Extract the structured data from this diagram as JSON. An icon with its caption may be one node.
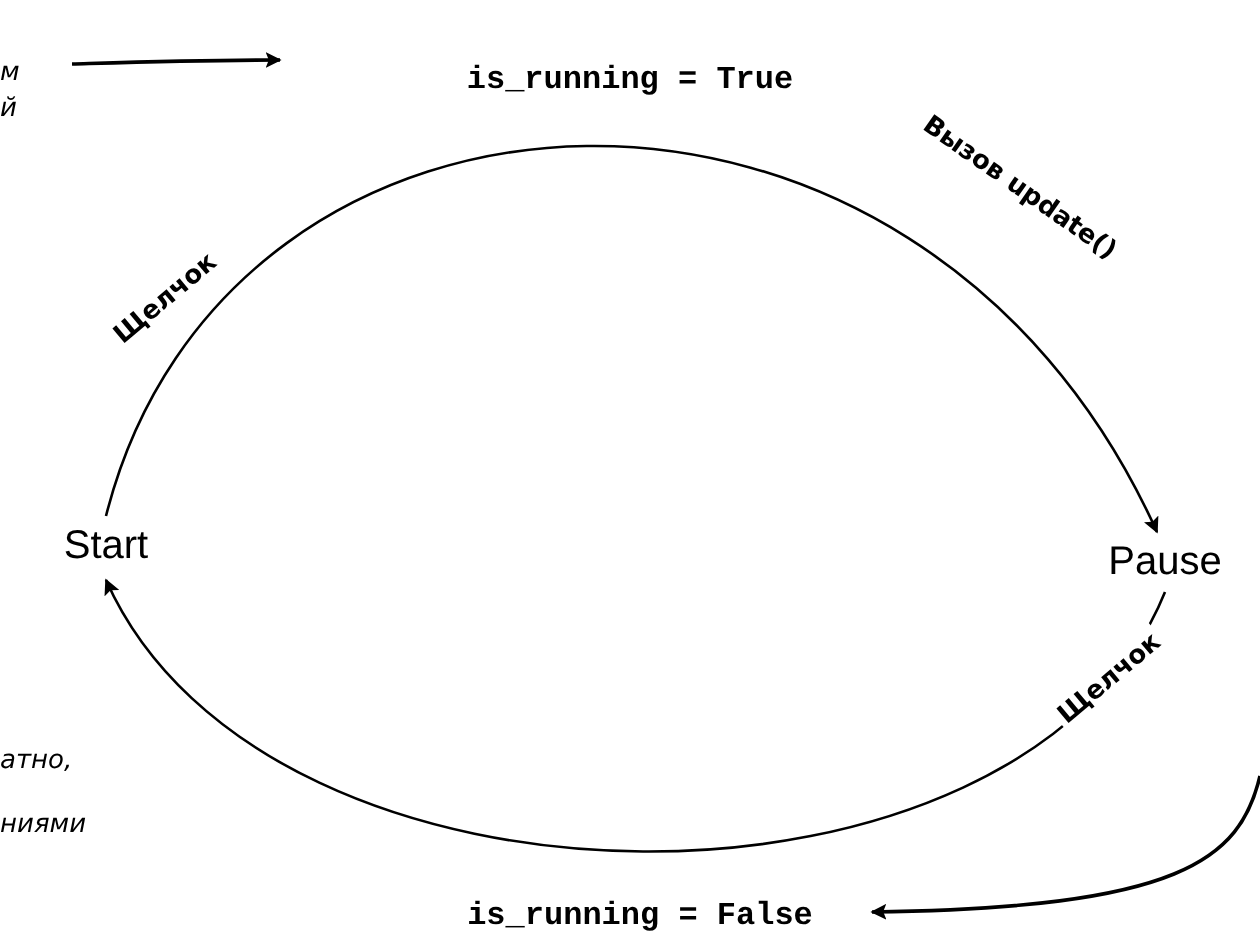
{
  "diagram": {
    "nodes": [
      {
        "text": [
          "Start"
        ]
      },
      {
        "text": [
          "Pause"
        ]
      },
      {
        "text": [
          "is_running = True"
        ]
      },
      {
        "text": [
          "is_running = False"
        ]
      },
      {
        "text": [
          "м й"
        ]
      }
    ],
    "edges": [
      {
        "from": 0,
        "to": 1,
        "arrow": "to",
        "label": "Щелчок"
      },
      {
        "from": 1,
        "to": 0,
        "arrow": "to",
        "label": "Щелчок"
      },
      {
        "from": 4,
        "to": null,
        "arrow": "to"
      },
      {
        "from": null,
        "to": 3,
        "arrow": "to"
      }
    ],
    "labels": [
      "Вызов update()",
      "атно, ниями"
    ]
  }
}
